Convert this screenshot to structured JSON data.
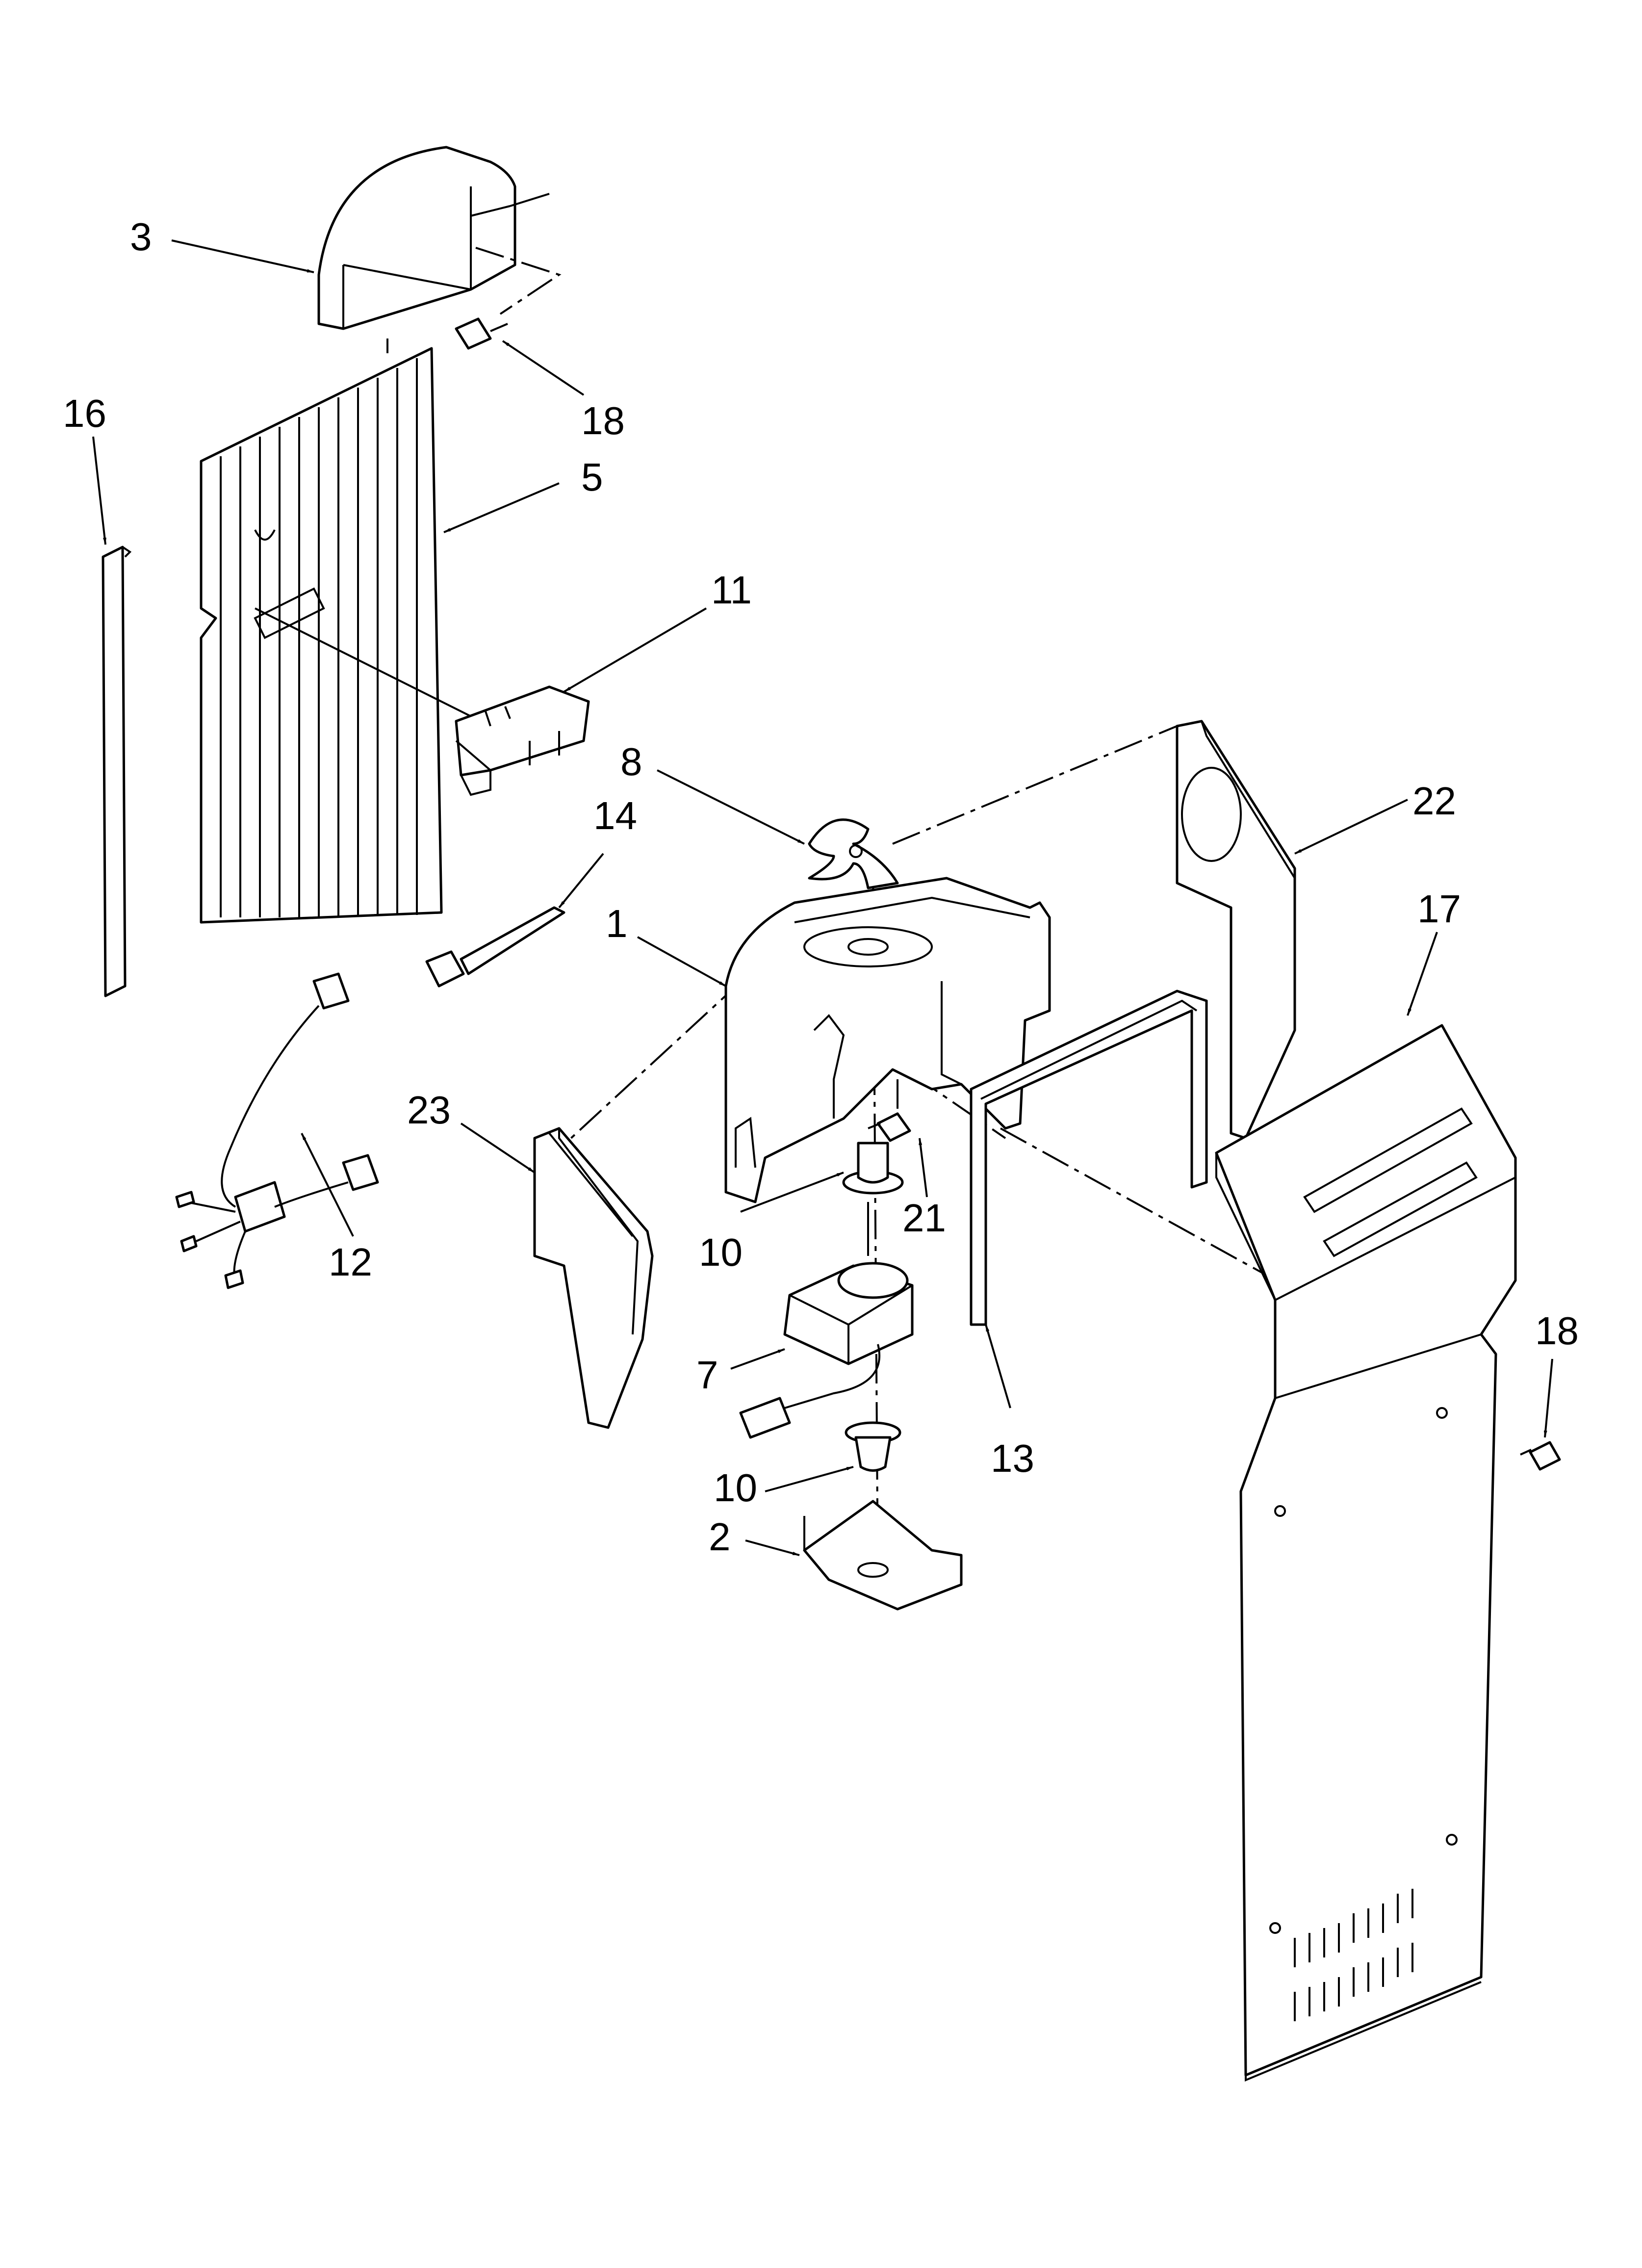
{
  "callouts": {
    "c1": "1",
    "c2": "2",
    "c3": "3",
    "c5": "5",
    "c7": "7",
    "c8": "8",
    "c10a": "10",
    "c10b": "10",
    "c11": "11",
    "c12": "12",
    "c13": "13",
    "c14": "14",
    "c16": "16",
    "c17": "17",
    "c18a": "18",
    "c18b": "18",
    "c21": "21",
    "c22": "22",
    "c23": "23"
  }
}
